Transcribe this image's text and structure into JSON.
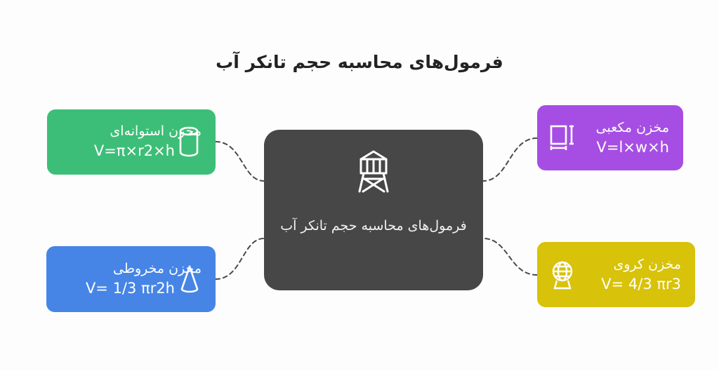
{
  "title": "فرمول‌های محاسبه حجم تانکر آب",
  "center": {
    "label": "فرمول‌های محاسبه حجم تانکر آب",
    "icon": "water-tower-icon"
  },
  "boxes": {
    "cylinder": {
      "name": "مخزن استوانه‌ای",
      "formula": "V=π×r2×h",
      "icon": "cylinder-icon",
      "color": "#3dbe78"
    },
    "cone": {
      "name": "مخزن مخروطی",
      "formula": "V= 1/3 πr2h",
      "icon": "cone-icon",
      "color": "#4685e6"
    },
    "cube": {
      "name": "مخزن مکعبی",
      "formula": "V=l×w×h",
      "icon": "cube-icon",
      "color": "#a64ee4"
    },
    "sphere": {
      "name": "مخزن کروی",
      "formula": "V= 4/3 πr3",
      "icon": "globe-icon",
      "color": "#d8c20a"
    }
  },
  "colors": {
    "center": "#474747",
    "connector": "#4a4a4a",
    "title": "#222222"
  }
}
